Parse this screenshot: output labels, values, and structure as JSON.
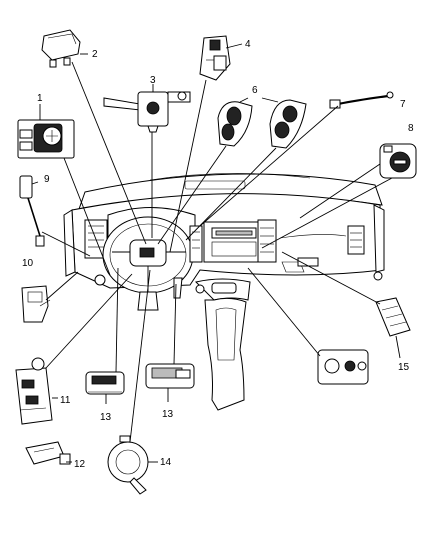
{
  "callouts": [
    {
      "id": "c1",
      "text": "1"
    },
    {
      "id": "c2",
      "text": "2"
    },
    {
      "id": "c3",
      "text": "3"
    },
    {
      "id": "c4",
      "text": "4"
    },
    {
      "id": "c6",
      "text": "6"
    },
    {
      "id": "c7",
      "text": "7"
    },
    {
      "id": "c8",
      "text": "8"
    },
    {
      "id": "c9",
      "text": "9"
    },
    {
      "id": "c10",
      "text": "10"
    },
    {
      "id": "c11",
      "text": "11"
    },
    {
      "id": "c12",
      "text": "12"
    },
    {
      "id": "c13a",
      "text": "13"
    },
    {
      "id": "c13b",
      "text": "13"
    },
    {
      "id": "c14",
      "text": "14"
    },
    {
      "id": "c15",
      "text": "15"
    }
  ]
}
